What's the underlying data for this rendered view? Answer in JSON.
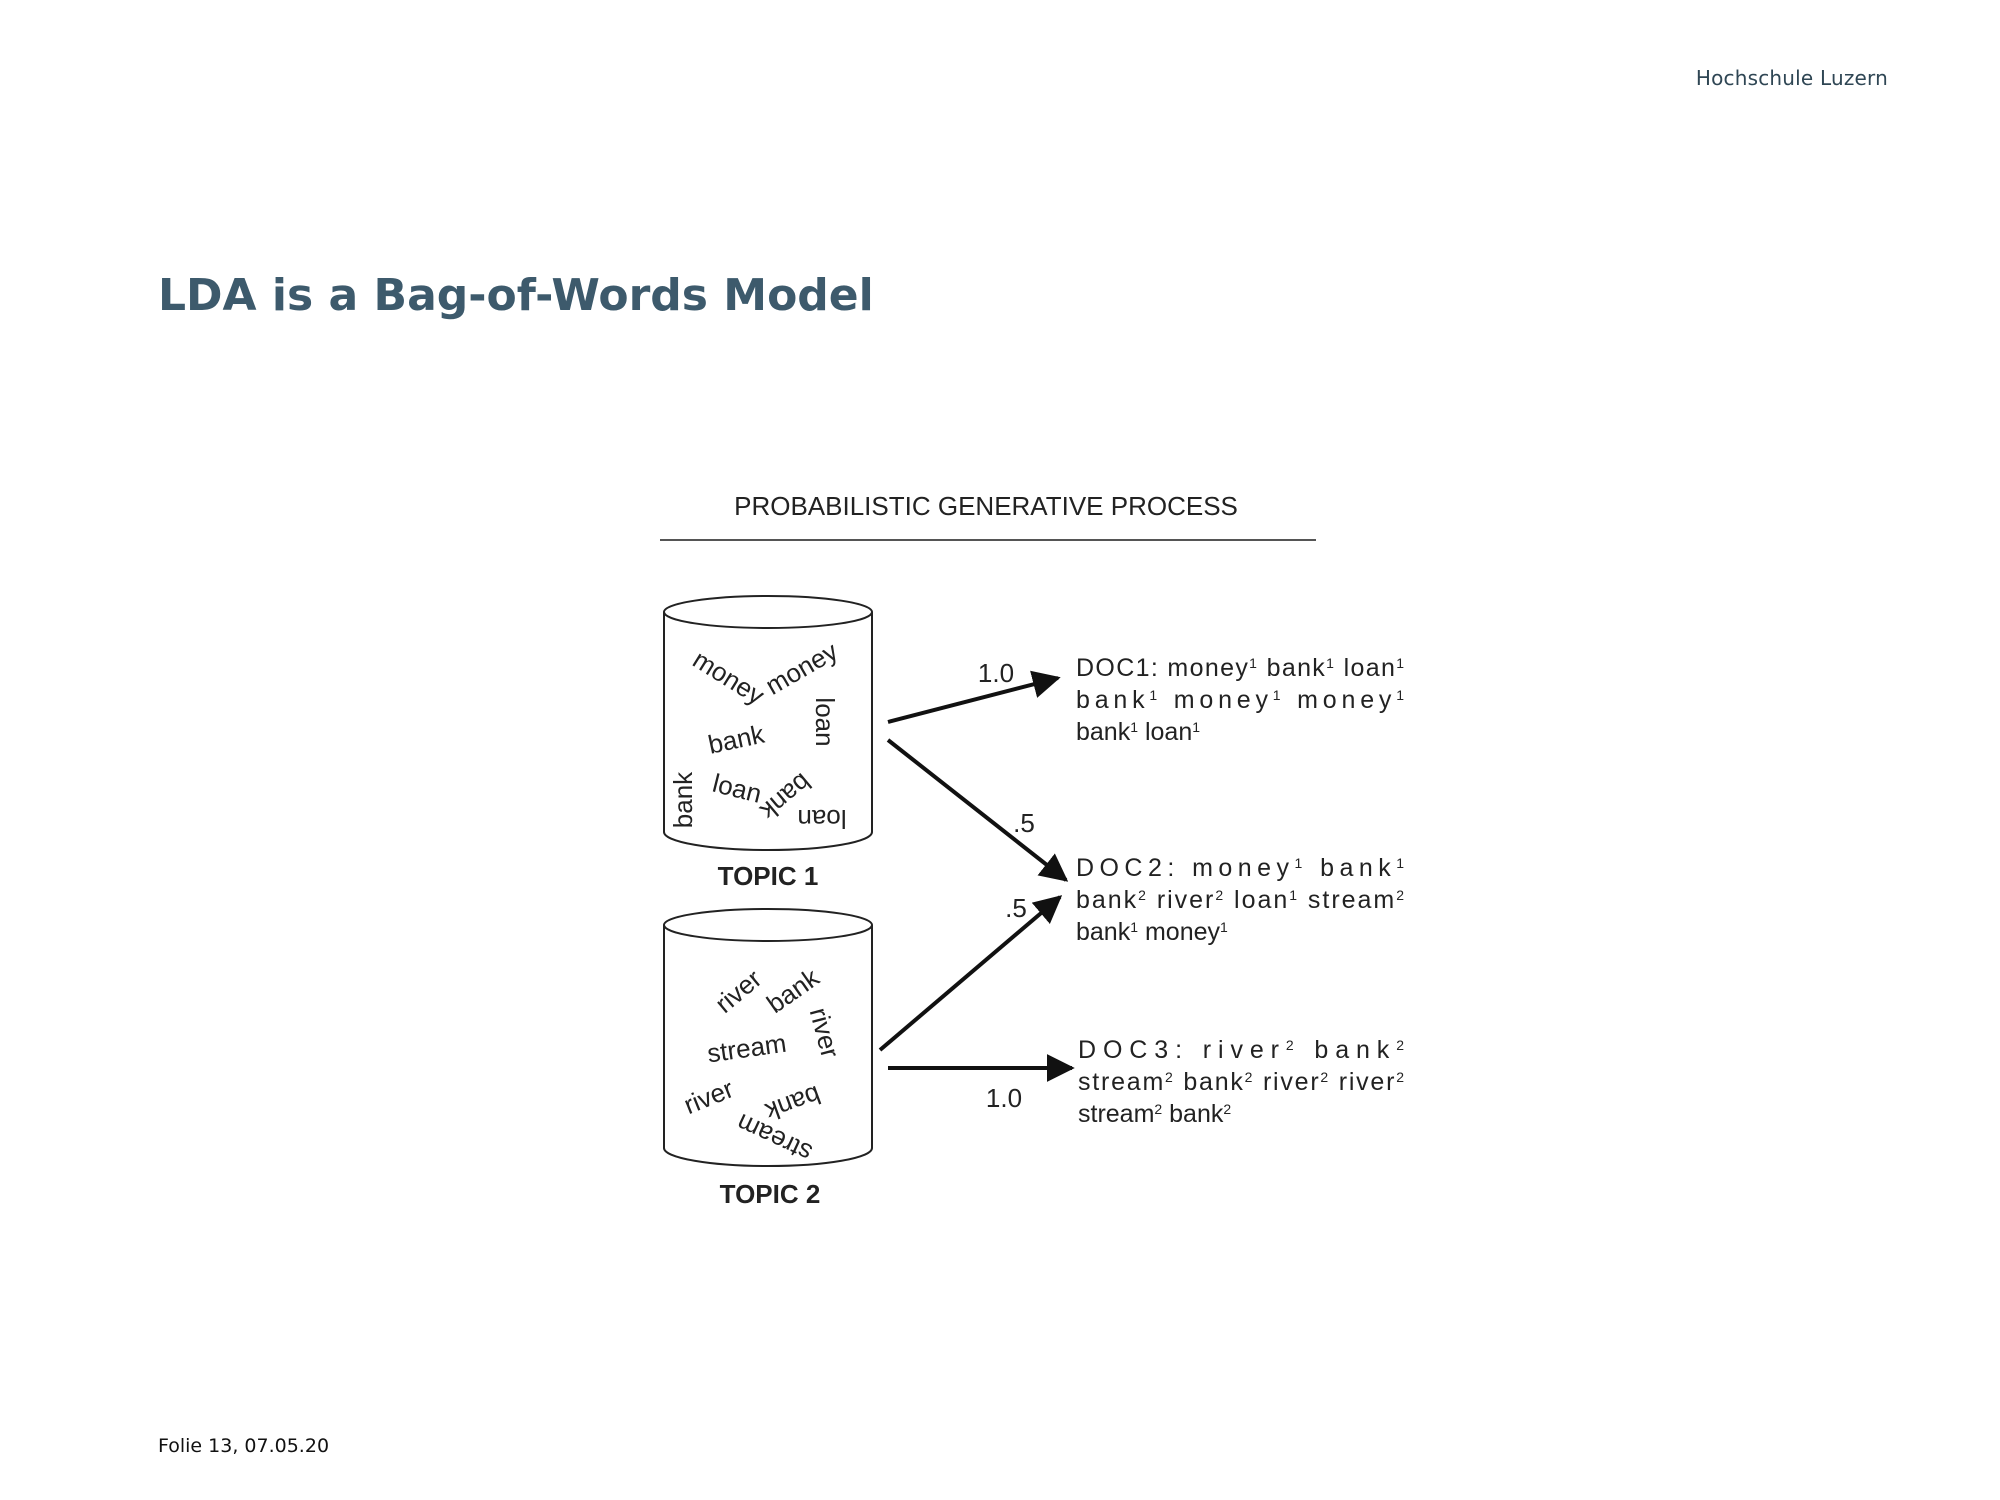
{
  "header": {
    "brand": "Hochschule Luzern"
  },
  "slide": {
    "title": "LDA is a Bag-of-Words Model",
    "footer": "Folie  13, 07.05.20"
  },
  "figure": {
    "heading": "PROBABILISTIC GENERATIVE PROCESS",
    "topics": [
      {
        "label": "TOPIC 1",
        "words": [
          "money",
          "money",
          "bank",
          "loan",
          "loan",
          "bank",
          "bank",
          "loan"
        ]
      },
      {
        "label": "TOPIC 2",
        "words": [
          "river",
          "bank",
          "river",
          "stream",
          "river",
          "bank",
          "stream"
        ]
      }
    ],
    "edges": [
      {
        "from": "TOPIC 1",
        "to": "DOC1",
        "weight": "1.0"
      },
      {
        "from": "TOPIC 1",
        "to": "DOC2",
        "weight": ".5"
      },
      {
        "from": "TOPIC 2",
        "to": "DOC2",
        "weight": ".5"
      },
      {
        "from": "TOPIC 2",
        "to": "DOC3",
        "weight": "1.0"
      }
    ],
    "documents": [
      {
        "label": "DOC1:",
        "tokens": [
          [
            "money",
            "1"
          ],
          [
            "bank",
            "1"
          ],
          [
            "loan",
            "1"
          ],
          [
            "bank",
            "1"
          ],
          [
            "money",
            "1"
          ],
          [
            "money",
            "1"
          ],
          [
            "bank",
            "1"
          ],
          [
            "loan",
            "1"
          ]
        ]
      },
      {
        "label": "DOC2:",
        "tokens": [
          [
            "money",
            "1"
          ],
          [
            "bank",
            "1"
          ],
          [
            "bank",
            "2"
          ],
          [
            "river",
            "2"
          ],
          [
            "loan",
            "1"
          ],
          [
            "stream",
            "2"
          ],
          [
            "bank",
            "1"
          ],
          [
            "money",
            "1"
          ]
        ]
      },
      {
        "label": "DOC3:",
        "tokens": [
          [
            "river",
            "2"
          ],
          [
            "bank",
            "2"
          ],
          [
            "stream",
            "2"
          ],
          [
            "bank",
            "2"
          ],
          [
            "river",
            "2"
          ],
          [
            "river",
            "2"
          ],
          [
            "stream",
            "2"
          ],
          [
            "bank",
            "2"
          ]
        ]
      }
    ]
  }
}
